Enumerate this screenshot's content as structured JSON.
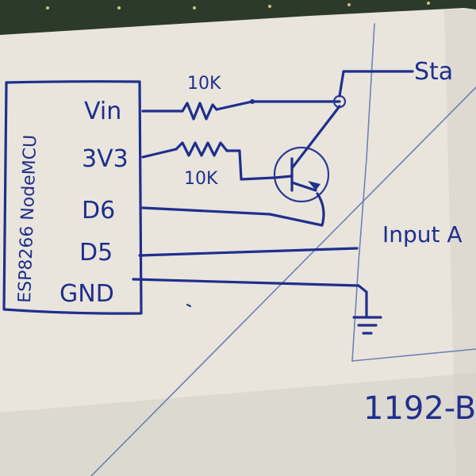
{
  "module": {
    "name": "ESP8266 NodeMCU",
    "pins": [
      "Vin",
      "3V3",
      "D6",
      "D5",
      "GND"
    ]
  },
  "components": {
    "resistor_top": "10K",
    "resistor_bottom": "10K"
  },
  "connections": {
    "start_label": "Sta",
    "input_label": "Input A"
  },
  "footer": {
    "part_number": "1192-B"
  },
  "colors": {
    "ink": "#1f2f8c",
    "paper": "#ece8e0",
    "background": "#2c3a2a"
  }
}
